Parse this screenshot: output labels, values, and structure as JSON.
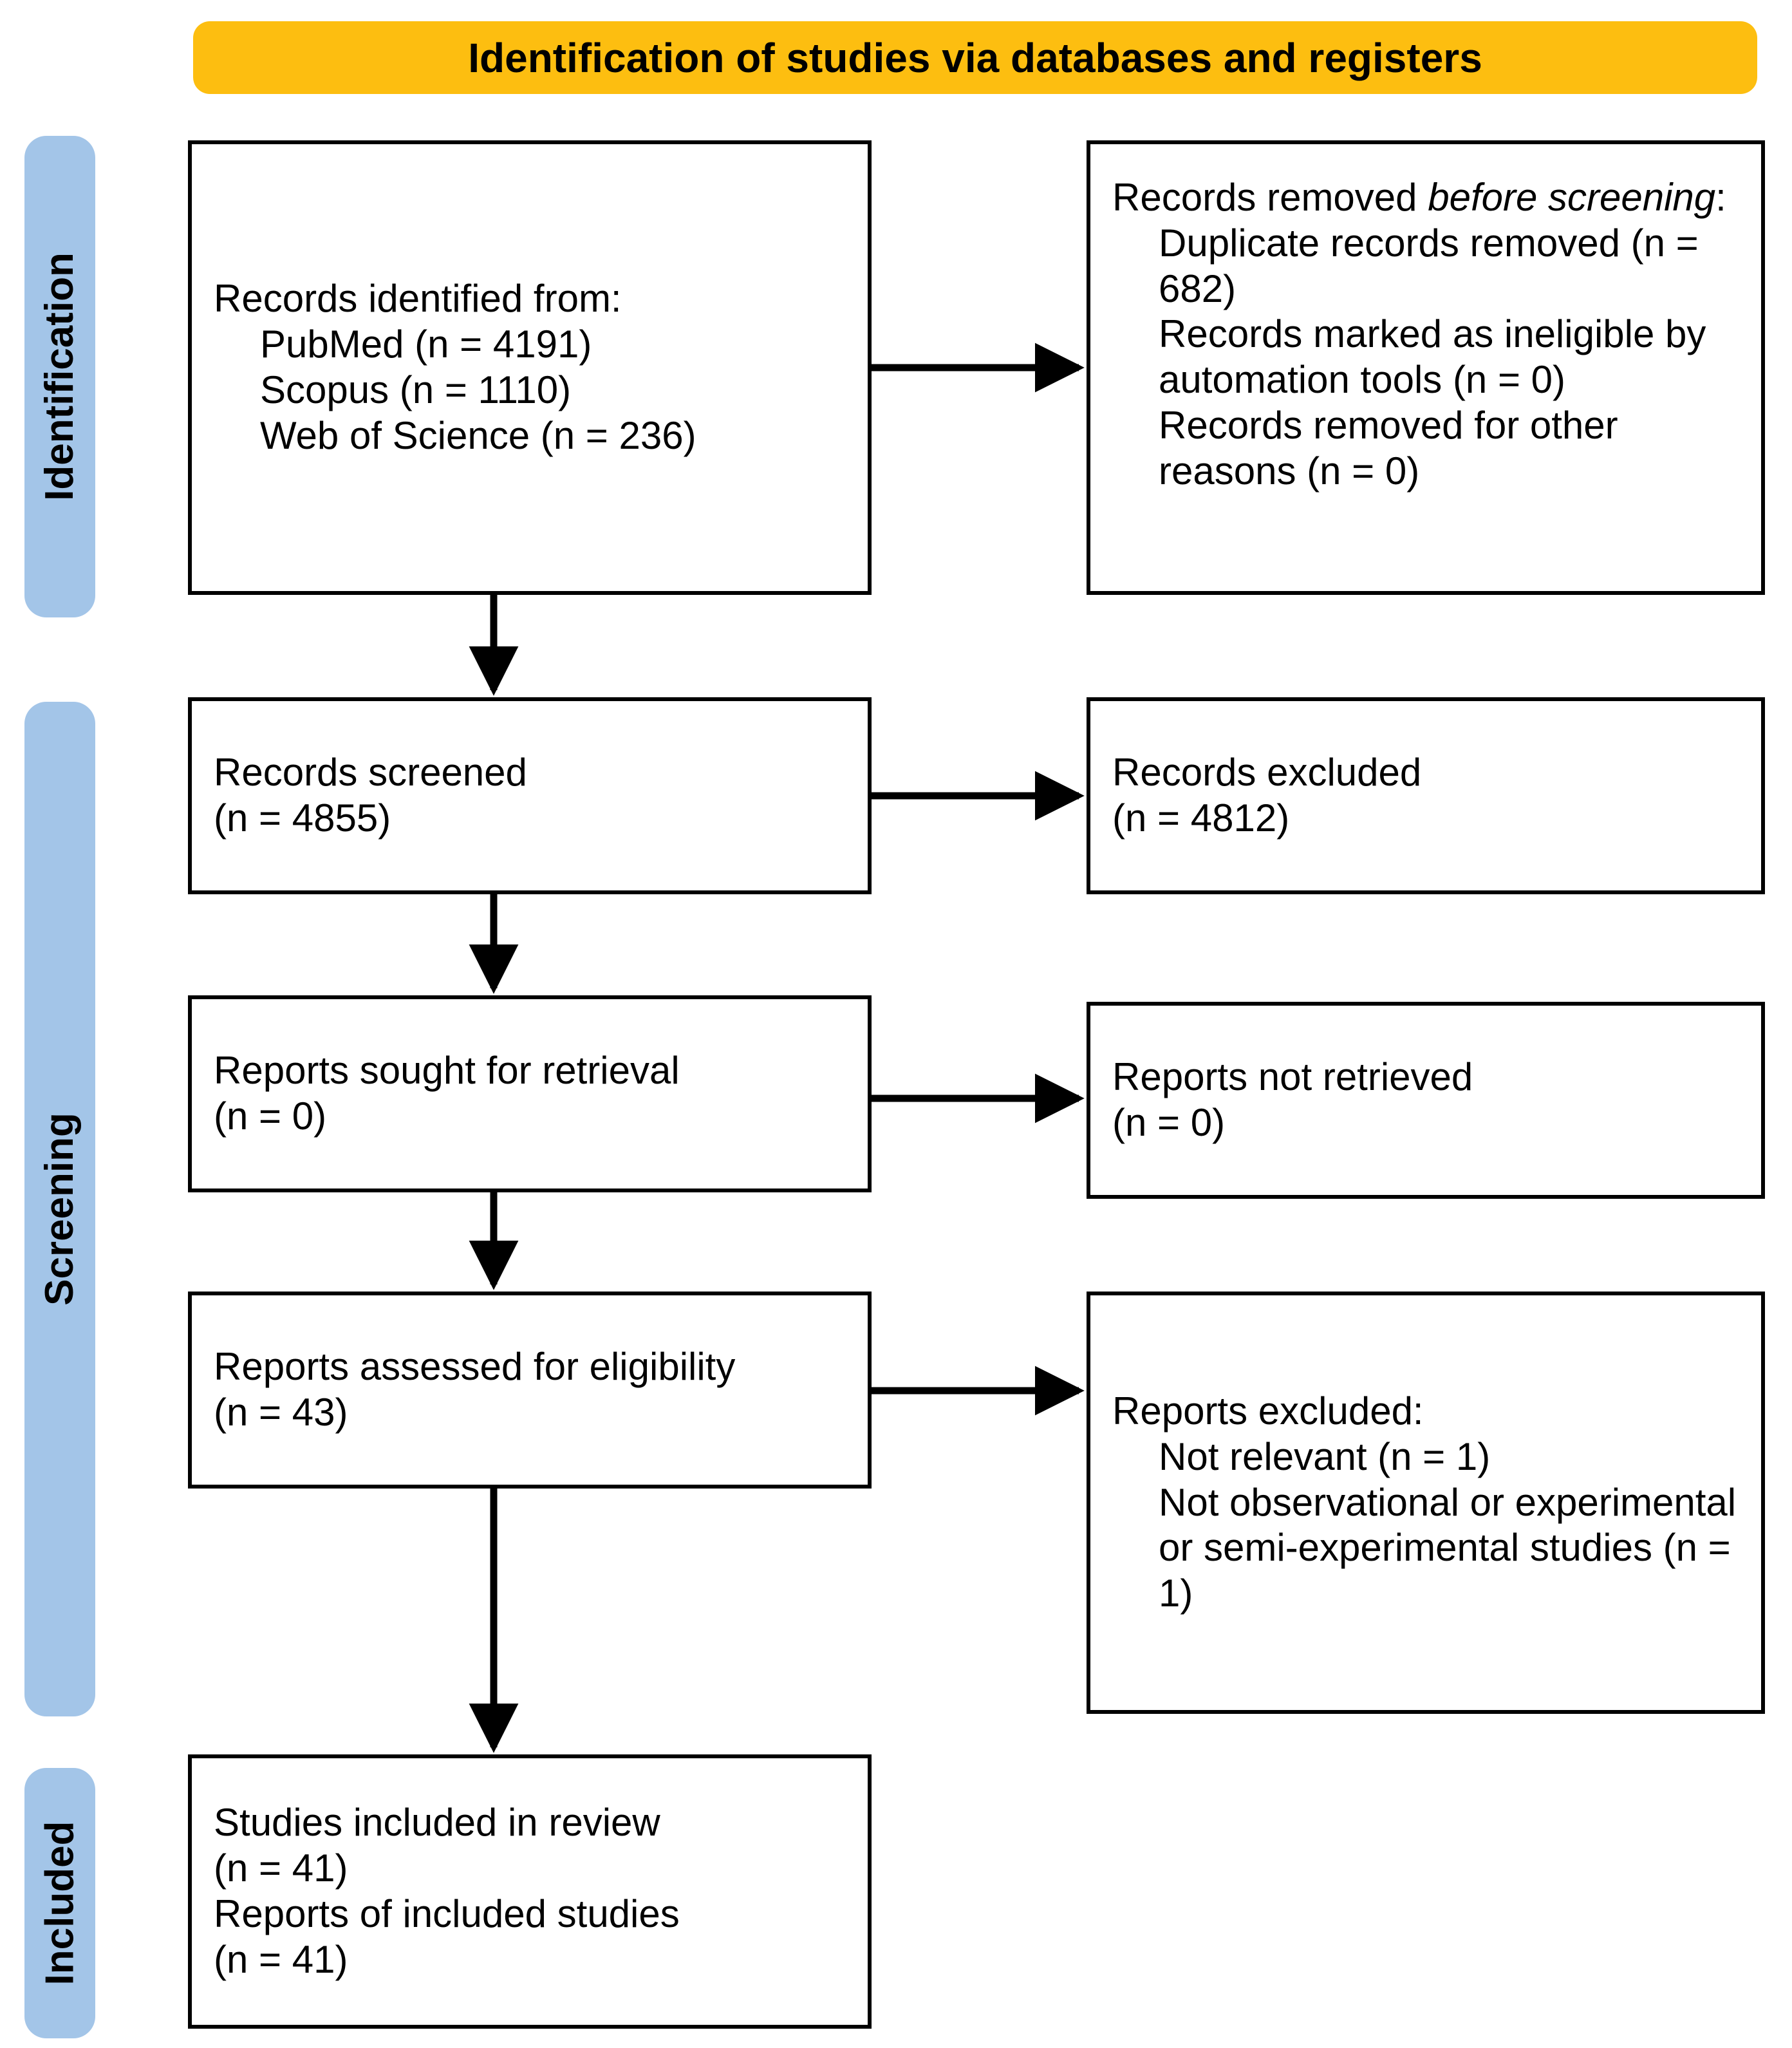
{
  "header": {
    "title": "Identification of studies via databases and registers",
    "background_color": "#FDBE10"
  },
  "phases": {
    "accent_color": "#A3C5E8",
    "items": [
      {
        "id": "identification",
        "label": "Identification"
      },
      {
        "id": "screening",
        "label": "Screening"
      },
      {
        "id": "included",
        "label": "Included"
      }
    ]
  },
  "boxes": {
    "records_identified": {
      "lines": [
        {
          "text": "Records identified from:",
          "indent": false
        },
        {
          "text": "PubMed (n = 4191)",
          "indent": true
        },
        {
          "text": "Scopus (n = 1110)",
          "indent": true
        },
        {
          "text": "Web of Science (n = 236)",
          "indent": true
        }
      ]
    },
    "records_removed": {
      "lead_plain": "Records removed ",
      "lead_italic": "before screening",
      "lead_tail": ":",
      "lines": [
        {
          "text": "Duplicate records removed (n = 682)",
          "indent": true
        },
        {
          "text": "Records marked as ineligible by automation tools (n = 0)",
          "indent": true
        },
        {
          "text": "Records removed for other reasons (n = 0)",
          "indent": true
        }
      ]
    },
    "records_screened": {
      "lines": [
        {
          "text": "Records screened",
          "indent": false
        },
        {
          "text": "(n = 4855)",
          "indent": false
        }
      ]
    },
    "records_excluded": {
      "lines": [
        {
          "text": "Records excluded",
          "indent": false
        },
        {
          "text": "(n = 4812)",
          "indent": false
        }
      ]
    },
    "reports_sought": {
      "lines": [
        {
          "text": "Reports sought for retrieval",
          "indent": false
        },
        {
          "text": "(n = 0)",
          "indent": false
        }
      ]
    },
    "reports_not_retrieved": {
      "lines": [
        {
          "text": "Reports not retrieved",
          "indent": false
        },
        {
          "text": "(n = 0)",
          "indent": false
        }
      ]
    },
    "reports_assessed": {
      "lines": [
        {
          "text": "Reports assessed for eligibility",
          "indent": false
        },
        {
          "text": "(n = 43)",
          "indent": false
        }
      ]
    },
    "reports_excluded": {
      "lines": [
        {
          "text": "Reports excluded:",
          "indent": false
        },
        {
          "text": "Not relevant (n = 1)",
          "indent": true
        },
        {
          "text": "Not observational or experimental or semi-experimental studies (n = 1)",
          "indent": true
        }
      ]
    },
    "studies_included": {
      "lines": [
        {
          "text": "Studies included in review",
          "indent": false
        },
        {
          "text": "(n = 41)",
          "indent": false
        },
        {
          "text": "Reports of included studies",
          "indent": false
        },
        {
          "text": "(n = 41)",
          "indent": false
        }
      ]
    }
  },
  "connectors": [
    {
      "id": "identified-to-removed",
      "direction": "right"
    },
    {
      "id": "identified-to-screened",
      "direction": "down"
    },
    {
      "id": "screened-to-excluded",
      "direction": "right"
    },
    {
      "id": "screened-to-sought",
      "direction": "down"
    },
    {
      "id": "sought-to-not-retrieved",
      "direction": "right"
    },
    {
      "id": "sought-to-assessed",
      "direction": "down"
    },
    {
      "id": "assessed-to-excluded",
      "direction": "right"
    },
    {
      "id": "assessed-to-included",
      "direction": "down"
    }
  ]
}
